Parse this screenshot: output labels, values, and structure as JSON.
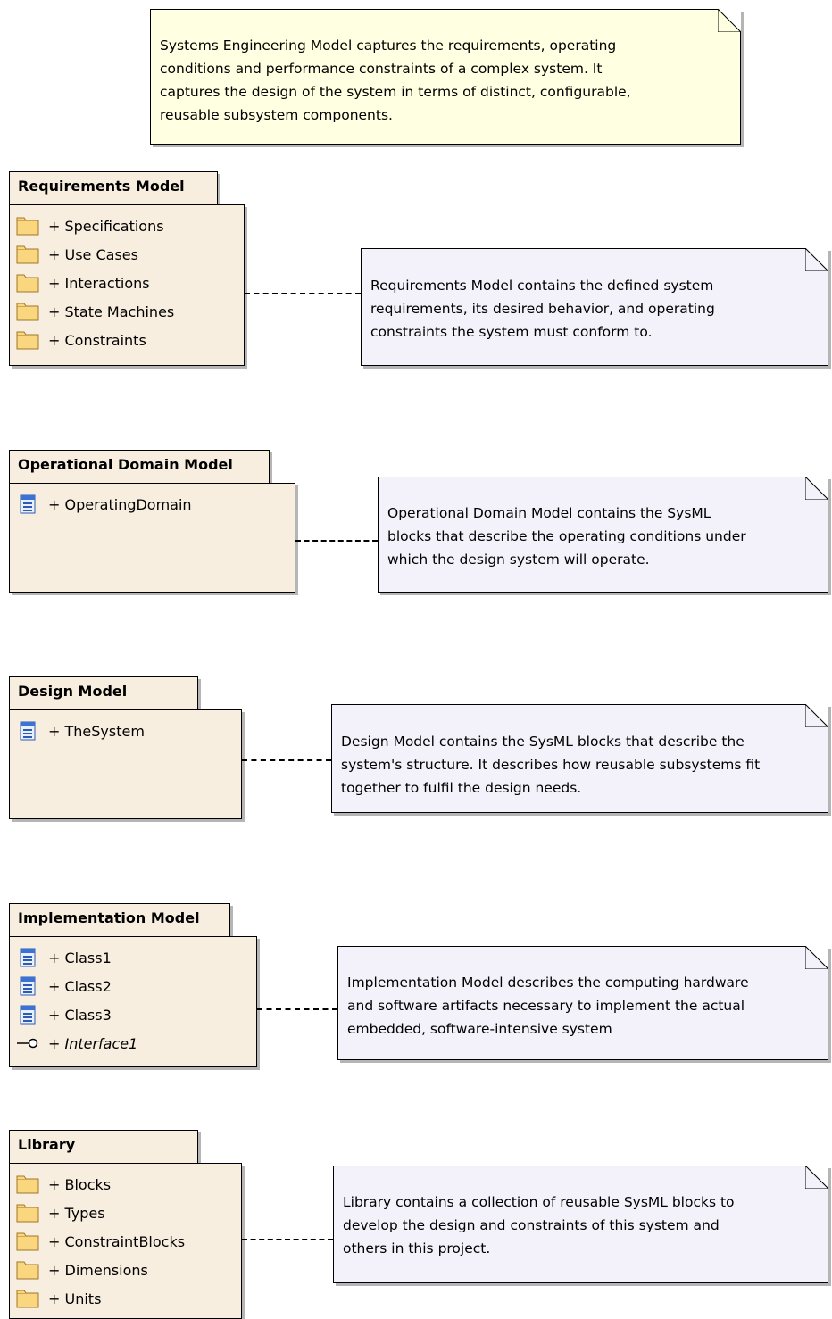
{
  "top_note": {
    "text": "Systems Engineering Model captures the requirements, operating\nconditions and performance constraints of a complex system. It\ncaptures the design of the system in terms of distinct, configurable,\nreusable subsystem components."
  },
  "packages": [
    {
      "title": "Requirements Model",
      "items": [
        {
          "label": "+ Specifications",
          "icon": "folder-icon"
        },
        {
          "label": "+ Use Cases",
          "icon": "folder-icon"
        },
        {
          "label": "+ Interactions",
          "icon": "folder-icon"
        },
        {
          "label": "+ State Machines",
          "icon": "folder-icon"
        },
        {
          "label": "+ Constraints",
          "icon": "folder-icon"
        }
      ],
      "note": "Requirements Model contains the defined system\nrequirements, its desired behavior, and operating\nconstraints the system must conform to."
    },
    {
      "title": "Operational Domain Model",
      "items": [
        {
          "label": "+ OperatingDomain",
          "icon": "class-icon"
        }
      ],
      "note": "Operational Domain Model contains the SysML\nblocks that describe the operating conditions under\nwhich the design system will operate."
    },
    {
      "title": "Design Model",
      "items": [
        {
          "label": "+ TheSystem",
          "icon": "class-icon"
        }
      ],
      "note": "Design Model contains the SysML blocks that describe the\nsystem's structure. It describes how reusable subsystems fit\ntogether to fulfil the design needs."
    },
    {
      "title": "Implementation Model",
      "items": [
        {
          "label": "+ Class1",
          "icon": "class-icon"
        },
        {
          "label": "+ Class2",
          "icon": "class-icon"
        },
        {
          "label": "+ Class3",
          "icon": "class-icon"
        },
        {
          "label": "+ Interface1",
          "icon": "interface-icon"
        }
      ],
      "note": "Implementation Model describes the computing hardware\nand software artifacts necessary to implement the actual\nembedded, software-intensive system"
    },
    {
      "title": "Library",
      "items": [
        {
          "label": "+ Blocks",
          "icon": "folder-icon"
        },
        {
          "label": "+ Types",
          "icon": "folder-icon"
        },
        {
          "label": "+ ConstraintBlocks",
          "icon": "folder-icon"
        },
        {
          "label": "+ Dimensions",
          "icon": "folder-icon"
        },
        {
          "label": "+ Units",
          "icon": "folder-icon"
        }
      ],
      "note": "Library contains a collection of reusable SysML blocks to\ndevelop the design and constraints of this system and\nothers in this project."
    }
  ]
}
